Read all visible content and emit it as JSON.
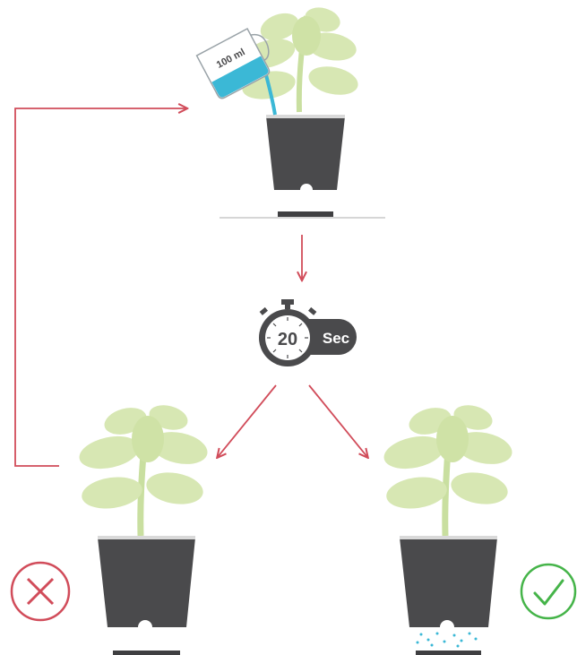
{
  "jug": {
    "volume_label": "100 ml"
  },
  "timer": {
    "number": "20",
    "unit": "Sec"
  },
  "colors": {
    "pot": "#4a4a4c",
    "leaf": "#d7e7b3",
    "leaf_dark": "#cfe2a6",
    "water": "#3bb8d6",
    "arrow": "#d14c5a",
    "fail": "#d14c5a",
    "success": "#45b449",
    "floor_line": "#c8c8c8"
  },
  "outcomes": [
    {
      "name": "no-drainage",
      "result": "fail",
      "icon": "x-circle-icon"
    },
    {
      "name": "water-drains",
      "result": "success",
      "icon": "check-circle-icon"
    }
  ]
}
